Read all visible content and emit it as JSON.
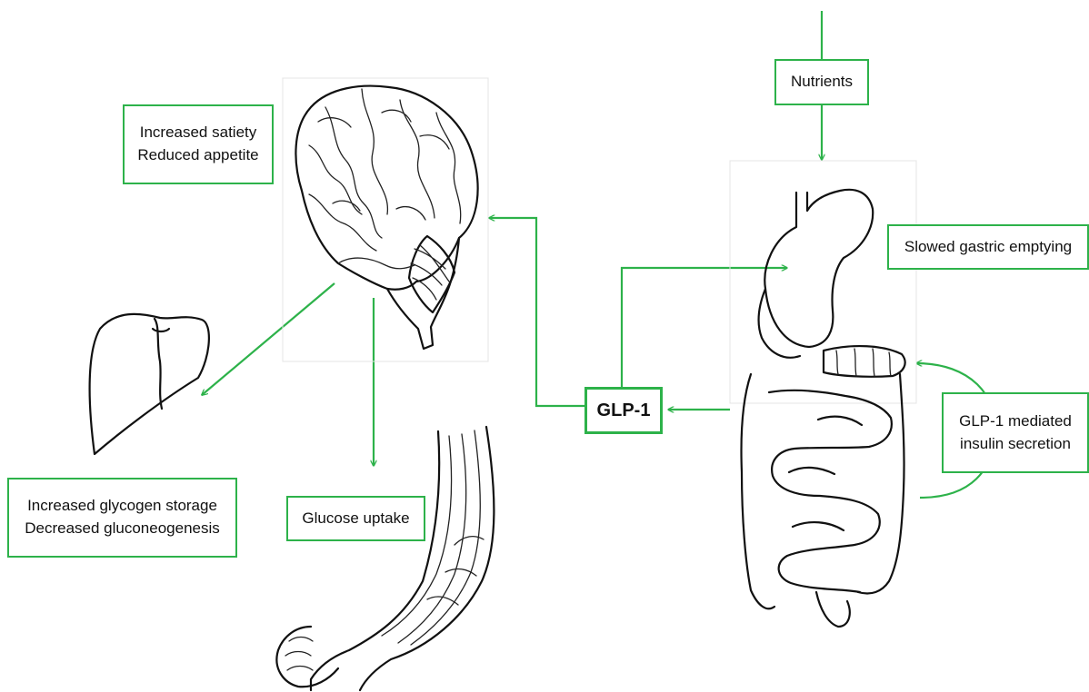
{
  "labels": {
    "nutrients": "Nutrients",
    "satiety_line1": "Increased satiety",
    "satiety_line2": "Reduced appetite",
    "gastric": "Slowed gastric emptying",
    "glp1": "GLP-1",
    "insulin_line1": "GLP-1 mediated",
    "insulin_line2": "insulin secretion",
    "glycogen_line1": "Increased glycogen storage",
    "glycogen_line2": "Decreased gluconeogenesis",
    "glucose": "Glucose uptake"
  },
  "colors": {
    "arrow": "#2db24a",
    "outline": "#111111"
  }
}
